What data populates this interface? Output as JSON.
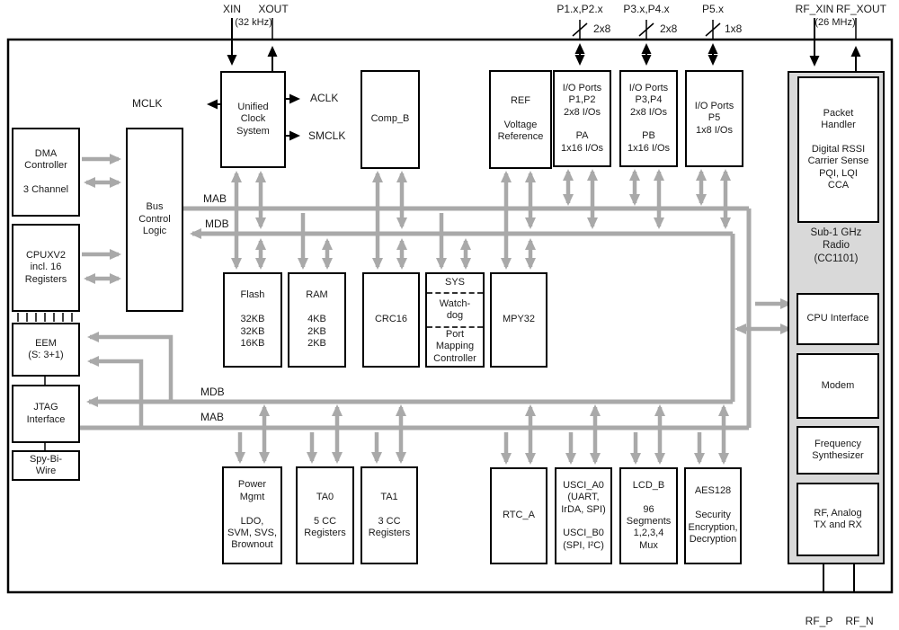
{
  "pins": {
    "xin": "XIN",
    "xout": "XOUT",
    "xtal_freq": "(32 kHz)",
    "p12": "P1.x,P2.x",
    "p12_bus": "2x8",
    "p34": "P3.x,P4.x",
    "p34_bus": "2x8",
    "p5": "P5.x",
    "p5_bus": "1x8",
    "rf_xin": "RF_XIN",
    "rf_xout": "RF_XOUT",
    "rf_freq": "(26 MHz)",
    "rf_p": "RF_P",
    "rf_n": "RF_N"
  },
  "clock_signals": {
    "mclk": "MCLK",
    "aclk": "ACLK",
    "smclk": "SMCLK"
  },
  "bus_labels": {
    "mab_top": "MAB",
    "mdb_top": "MDB",
    "mdb_bottom": "MDB",
    "mab_bottom": "MAB"
  },
  "blocks": {
    "dma": "DMA\nController\n\n3 Channel",
    "cpu": "CPUXV2\nincl. 16\nRegisters",
    "eem": "EEM\n(S: 3+1)",
    "jtag": "JTAG\nInterface",
    "sbw": "Spy-Bi-\nWire",
    "bus_control": "Bus\nControl\nLogic",
    "ucs": "Unified\nClock\nSystem",
    "comp_b": "Comp_B",
    "ref": "REF\n\nVoltage\nReference",
    "io12": "I/O Ports\nP1,P2\n2x8 I/Os\n\nPA\n1x16 I/Os",
    "io34": "I/O Ports\nP3,P4\n2x8 I/Os\n\nPB\n1x16 I/Os",
    "io5": "I/O Ports\nP5\n1x8 I/Os",
    "packet_handler": "Packet\nHandler\n\nDigital RSSI\nCarrier Sense\nPQI, LQI\nCCA",
    "radio_label": "Sub-1 GHz\nRadio\n(CC1101)",
    "cpu_if": "CPU Interface",
    "modem": "Modem",
    "freq_synth": "Frequency\nSynthesizer",
    "rf_analog": "RF, Analog\nTX and RX",
    "flash": "Flash\n\n32KB\n32KB\n16KB",
    "ram": "RAM\n\n4KB\n2KB\n2KB",
    "crc": "CRC16",
    "sys": "SYS",
    "wdt": "Watch-\ndog",
    "pmc": "Port\nMapping\nController",
    "mpy": "MPY32",
    "pmm": "Power\nMgmt\n\nLDO,\nSVM, SVS,\nBrownout",
    "ta0": "TA0\n\n5 CC\nRegisters",
    "ta1": "TA1\n\n3 CC\nRegisters",
    "rtc": "RTC_A",
    "usci": "USCI_A0\n(UART,\nIrDA, SPI)\n\nUSCI_B0\n(SPI, I²C)",
    "lcd": "LCD_B\n\n96\nSegments\n1,2,3,4\nMux",
    "aes": "AES128\n\nSecurity\nEncryption,\nDecryption"
  },
  "colors": {
    "bus_grey": "#a9a9a9",
    "radio_fill": "#d9d9d9",
    "line_black": "#1a1a1a"
  }
}
